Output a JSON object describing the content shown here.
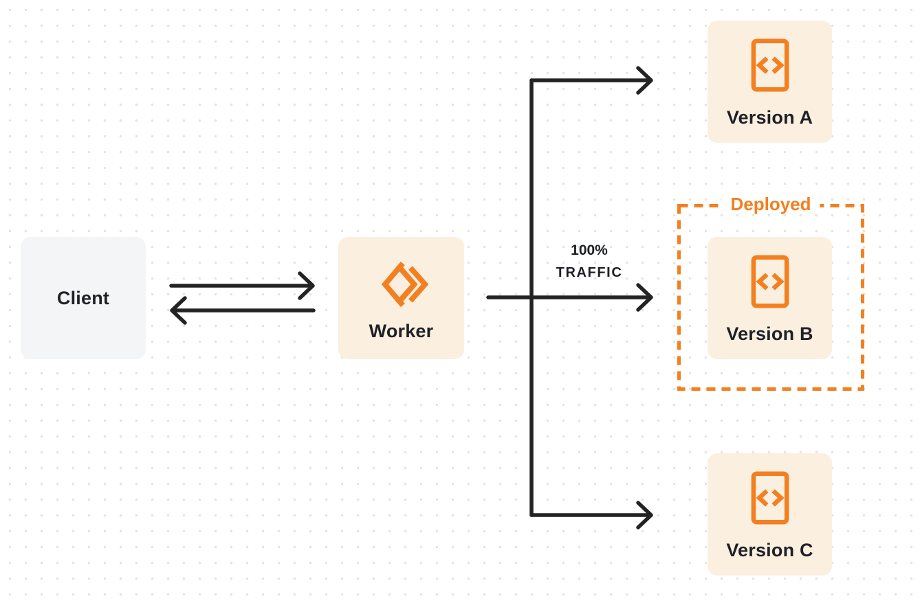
{
  "diagram": {
    "title": "worker-traffic-routing-diagram",
    "nodes": {
      "client": {
        "label": "Client"
      },
      "worker": {
        "label": "Worker",
        "icon": "cloudflare-workers-logo-icon"
      },
      "version_a": {
        "label": "Version A",
        "icon": "code-file-icon"
      },
      "version_b": {
        "label": "Version B",
        "icon": "code-file-icon"
      },
      "version_c": {
        "label": "Version C",
        "icon": "code-file-icon"
      }
    },
    "annotations": {
      "deployed_label": "Deployed",
      "traffic_percent": "100%",
      "traffic_word": "TRAFFIC"
    },
    "edges": [
      {
        "from": "client",
        "to": "worker",
        "style": "arrow-right"
      },
      {
        "from": "worker",
        "to": "client",
        "style": "arrow-left"
      },
      {
        "from": "worker",
        "to": "version_a",
        "style": "arrow-right"
      },
      {
        "from": "worker",
        "to": "version_b",
        "style": "arrow-right",
        "label": "100% TRAFFIC"
      },
      {
        "from": "worker",
        "to": "version_c",
        "style": "arrow-right"
      }
    ],
    "colors": {
      "accent_orange": "#F38020",
      "node_cream": "#FBEFE0",
      "node_gray": "#F4F5F6",
      "arrow_dark": "#232323",
      "text_dark": "#1F2127",
      "dot_grid": "#E4E4E8",
      "background": "#FFFFFF"
    }
  }
}
